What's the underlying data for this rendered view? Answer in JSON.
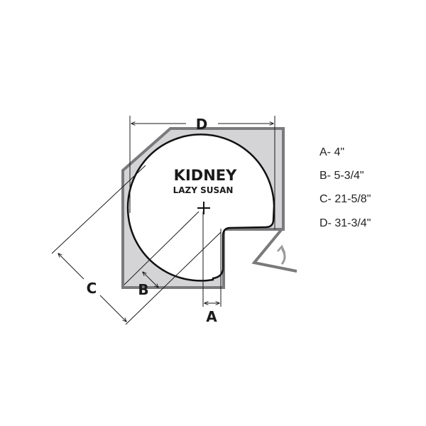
{
  "diagram": {
    "title": "KIDNEY",
    "subtitle": "LAZY SUSAN",
    "dimension_labels": {
      "a": "A",
      "b": "B",
      "c": "C",
      "d": "D"
    }
  },
  "legend": [
    {
      "text": "A- 4\""
    },
    {
      "text": "B- 5-3/4\""
    },
    {
      "text": "C- 21-5/8\""
    },
    {
      "text": "D- 31-3/4\""
    }
  ],
  "colors": {
    "cabinet_fill": "#d4d4d6",
    "cabinet_stroke": "#7a7a7c",
    "line": "#1a1a1a"
  }
}
